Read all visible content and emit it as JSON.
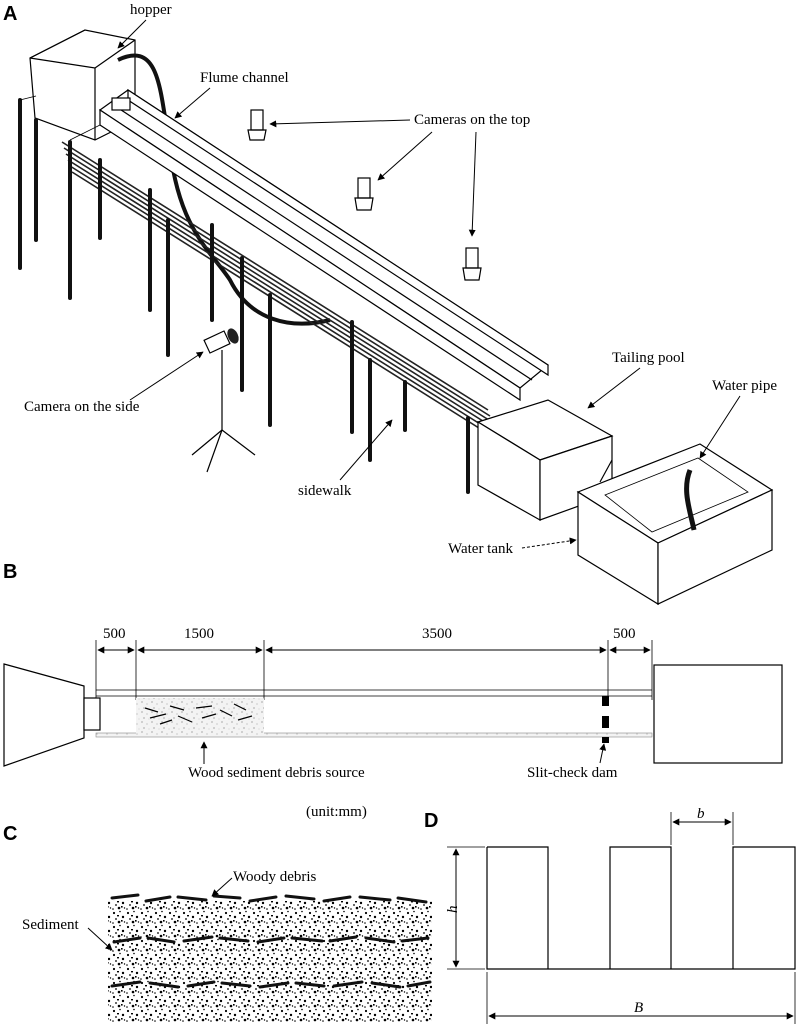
{
  "panels": {
    "a": {
      "letter": "A",
      "hopper": "hopper",
      "flume": "Flume channel",
      "cameras_top": "Cameras on the top",
      "camera_side": "Camera on the side",
      "sidewalk": "sidewalk",
      "tailing_pool": "Tailing pool",
      "water_pipe": "Water pipe",
      "water_tank": "Water tank"
    },
    "b": {
      "letter": "B",
      "dim1": "500",
      "dim2": "1500",
      "dim3": "3500",
      "dim4": "500",
      "source": "Wood sediment debris source",
      "dam": "Slit-check dam",
      "unit": "(unit:mm)"
    },
    "c": {
      "letter": "C",
      "woody": "Woody debris",
      "sediment": "Sediment"
    },
    "d": {
      "letter": "D",
      "b_small": "b",
      "h": "h",
      "B_big": "B"
    }
  }
}
